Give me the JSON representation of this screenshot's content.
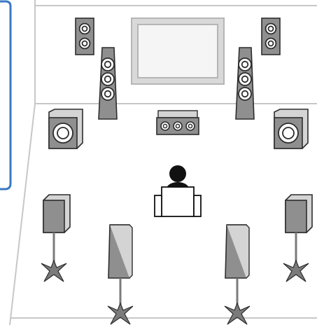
{
  "diagram": {
    "type": "speaker-layout",
    "colors": {
      "room_line": "#c7c7c7",
      "panel_border": "#3a78c4",
      "speaker_fill": "#8f8f8f",
      "speaker_box_light": "#d4d4d4",
      "stroke": "#2d2d2d",
      "listener": "#111111",
      "stand": "#7b7b7b"
    },
    "elements": [
      {
        "name": "tv-screen",
        "kind": "display"
      },
      {
        "name": "front-presence-left",
        "kind": "bookshelf-speaker"
      },
      {
        "name": "front-presence-right",
        "kind": "bookshelf-speaker"
      },
      {
        "name": "front-left-tower",
        "kind": "tower-speaker"
      },
      {
        "name": "front-right-tower",
        "kind": "tower-speaker"
      },
      {
        "name": "center-speaker",
        "kind": "center-speaker"
      },
      {
        "name": "subwoofer-left",
        "kind": "subwoofer"
      },
      {
        "name": "subwoofer-right",
        "kind": "subwoofer"
      },
      {
        "name": "listener",
        "kind": "person-seat"
      },
      {
        "name": "surround-left",
        "kind": "stand-speaker"
      },
      {
        "name": "surround-right",
        "kind": "stand-speaker"
      },
      {
        "name": "surround-back-left",
        "kind": "stand-speaker"
      },
      {
        "name": "surround-back-right",
        "kind": "stand-speaker"
      }
    ]
  }
}
